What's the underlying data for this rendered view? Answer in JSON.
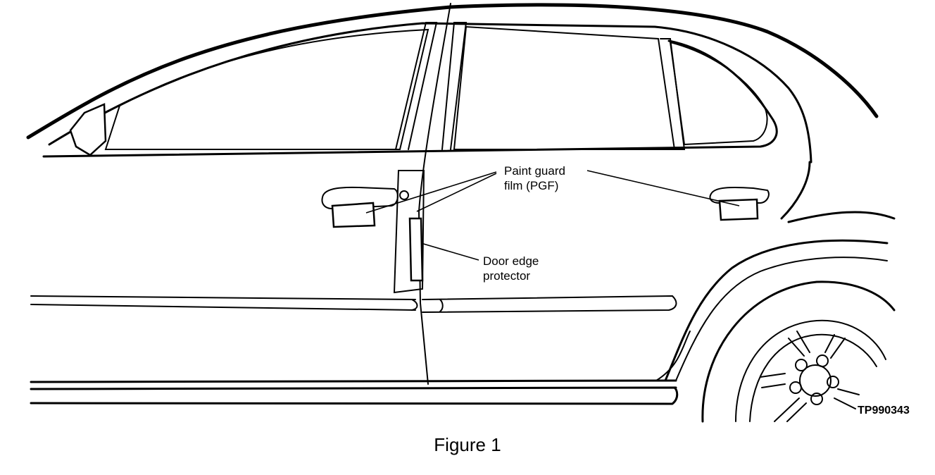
{
  "labels": {
    "paint_guard_line1": "Paint guard",
    "paint_guard_line2": "film (PGF)",
    "door_edge_line1": "Door edge",
    "door_edge_line2": "protector"
  },
  "reference_code": "TP990343",
  "caption": "Figure 1"
}
